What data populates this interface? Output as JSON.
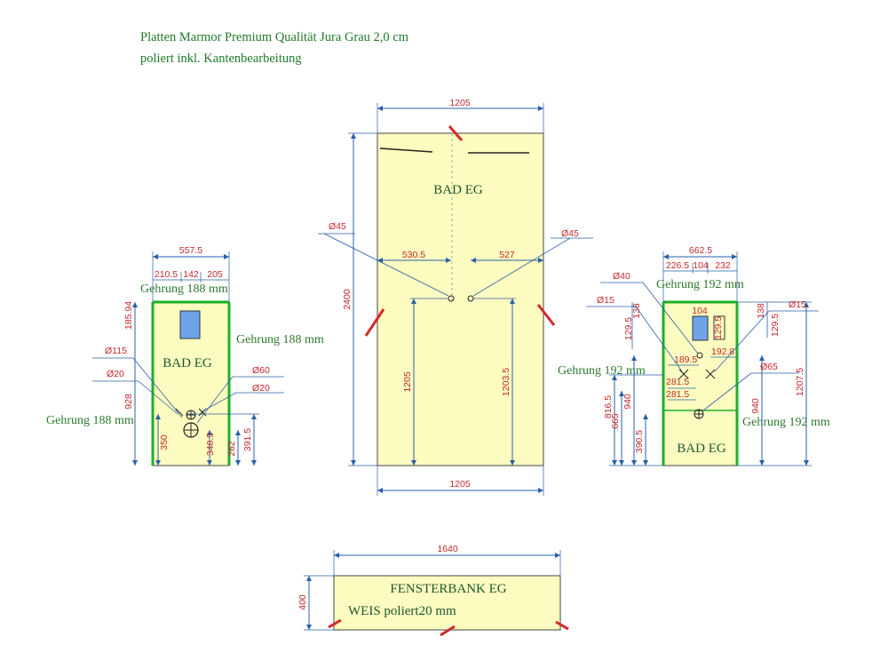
{
  "header": {
    "line1": "Platten Marmor Premium Qualität Jura Grau 2,0 cm",
    "line2": "poliert inkl. Kantenbearbeitung"
  },
  "center": {
    "label": "BAD EG",
    "top_width": "1205",
    "bottom_width": "1205",
    "height": "2400",
    "hole_left_label": "Ø45",
    "hole_right_label": "Ø45",
    "left_offset": "530.5",
    "right_offset": "527",
    "left_height": "1205",
    "right_height": "1203.5"
  },
  "left": {
    "label": "BAD EG",
    "top_width": "557.5",
    "seg1": "210.5",
    "seg2": "142",
    "seg3": "205",
    "gehrung_top": "Gehrung 188 mm",
    "gehrung_right": "Gehrung 188 mm",
    "gehrung_left": "Gehrung 188 mm",
    "d_top": "185.94",
    "d_928": "928",
    "d_350": "350",
    "d_3485": "348.5",
    "d_262": "262",
    "d_3915": "391.5",
    "d_115": "Ø115",
    "d_20a": "Ø20",
    "d_60": "Ø60",
    "d_20b": "Ø20"
  },
  "right": {
    "label": "BAD EG",
    "top_width": "662.5",
    "seg1": "226.5",
    "seg2": "104",
    "seg3": "232",
    "inner_104": "104",
    "gehrung_top": "Gehrung 192 mm",
    "gehrung_left": "Gehrung 192 mm",
    "gehrung_right": "Gehrung 192 mm",
    "d_40": "Ø40",
    "d_15a": "Ø15",
    "d_15b": "Ø15",
    "d_65": "Ø65",
    "d_1295a": "129.5",
    "d_138a": "138",
    "d_1295b": "129.5",
    "d_138b": "138",
    "d_1295c": "129.5",
    "d_1895": "189.5",
    "d_1928": "192.8",
    "d_2815a": "281.5",
    "d_2815b": "281.5",
    "d_8165": "816.5",
    "d_665": "665",
    "d_940a": "940",
    "d_3905": "390.5",
    "d_940b": "940",
    "d_12075": "1207.5"
  },
  "bottom": {
    "title": "FENSTERBANK EG",
    "subtitle": "WEIS poliert20 mm",
    "width": "1640",
    "height": "400"
  },
  "colors": {
    "panel_fill": "#fdfcc0",
    "dimension_line": "#2a5fa8",
    "dimension_text": "#c0282d",
    "edge_green": "#1fae2a",
    "label": "#1c5530",
    "header_text": "#1f7a2a",
    "cut_mark": "#d42a2a",
    "sink_blue": "#6fa3e8"
  }
}
